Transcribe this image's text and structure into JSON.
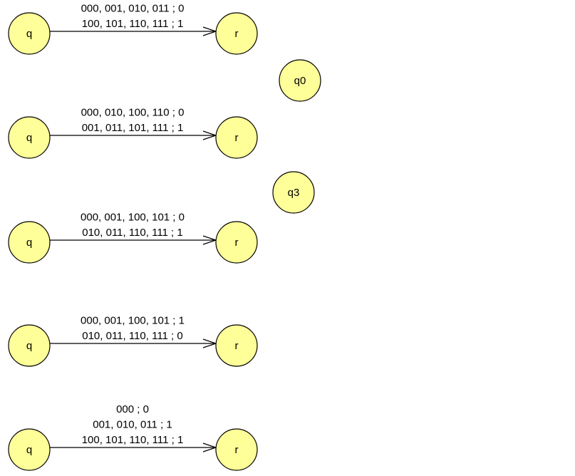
{
  "rows": [
    {
      "from": "q",
      "to": "r",
      "labels": [
        "000, 001, 010, 011 ; 0",
        "100, 101, 110, 111 ; 1"
      ]
    },
    {
      "from": "q",
      "to": "r",
      "labels": [
        "000, 010, 100, 110 ; 0",
        "001, 011, 101, 111 ; 1"
      ]
    },
    {
      "from": "q",
      "to": "r",
      "labels": [
        "000, 001, 100, 101 ; 0",
        "010, 011, 110, 111 ; 1"
      ]
    },
    {
      "from": "q",
      "to": "r",
      "labels": [
        "000, 001, 100, 101 ; 1",
        "010, 011, 110, 111 ; 0"
      ]
    },
    {
      "from": "q",
      "to": "r",
      "labels": [
        "000 ; 0",
        "001, 010, 011 ; 1",
        "100, 101, 110, 111 ; 1"
      ]
    }
  ],
  "extra_states": [
    {
      "name": "q0"
    },
    {
      "name": "q3"
    }
  ],
  "colors": {
    "state_fill": "#ffff99",
    "stroke": "#000000"
  }
}
